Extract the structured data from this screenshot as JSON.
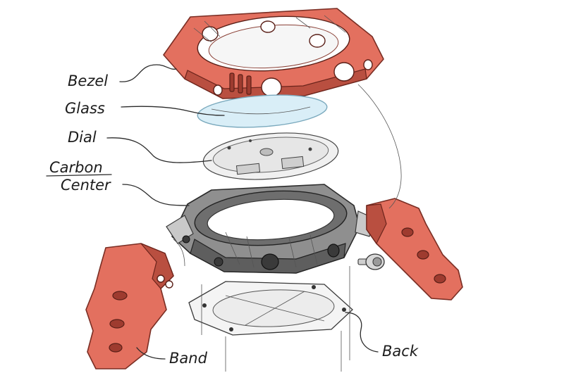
{
  "labels": {
    "bezel": "Bezel",
    "glass": "Glass",
    "dial": "Dial",
    "carbon": "Carbon",
    "center": "Center",
    "band": "Band",
    "back": "Back"
  },
  "colors": {
    "bezel_band": "#e3705f",
    "center_case": "#8f8f8f",
    "glass": "#d9eef7",
    "ink": "#1c1c1c"
  }
}
